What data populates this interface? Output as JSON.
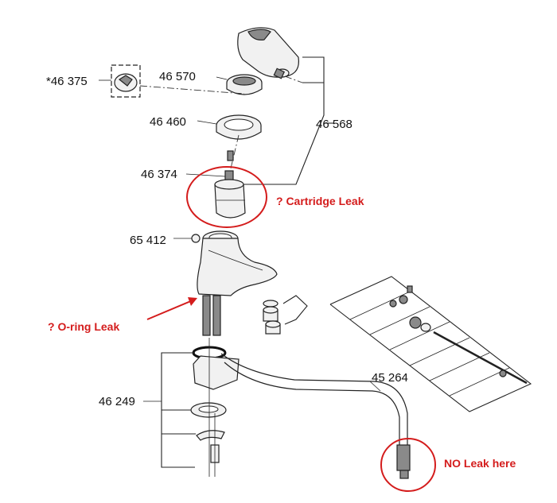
{
  "part_numbers": {
    "p46375": "*46 375",
    "p46570": "46 570",
    "p46460": "46 460",
    "p46568": "46 568",
    "p46374": "46 374",
    "p65412": "65 412",
    "p46249": "46 249",
    "p45264": "45 264"
  },
  "annotations": {
    "cartridge": "? Cartridge Leak",
    "oring": "? O-ring Leak",
    "noleak": "NO Leak here"
  },
  "colors": {
    "annotation": "#d41c1c",
    "linework": "#222222"
  }
}
